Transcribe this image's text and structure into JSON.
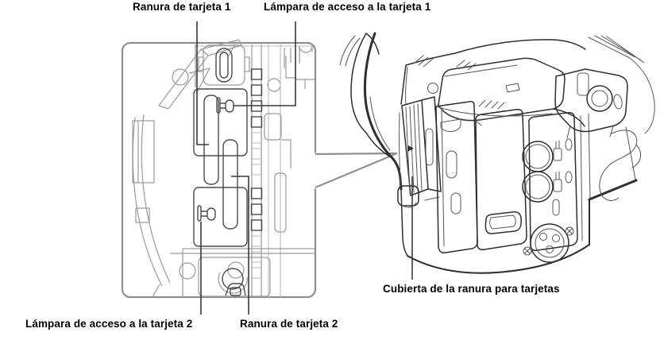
{
  "figure": {
    "type": "camera-manual-card-slot-diagram",
    "labels": {
      "slot1": "Ranura de tarjeta 1",
      "lamp1": "Lámpara de acceso a la tarjeta 1",
      "lamp2": "Lámpara de acceso a la tarjeta 2",
      "slot2": "Ranura de tarjeta 2",
      "cover": "Cubierta de la ranura para tarjetas"
    },
    "colors": {
      "line_dark": "#2e2e2e",
      "line_gray": "#8f8f8f",
      "line_light": "#bcbcbc",
      "text": "#000000",
      "background": "#ffffff"
    }
  }
}
